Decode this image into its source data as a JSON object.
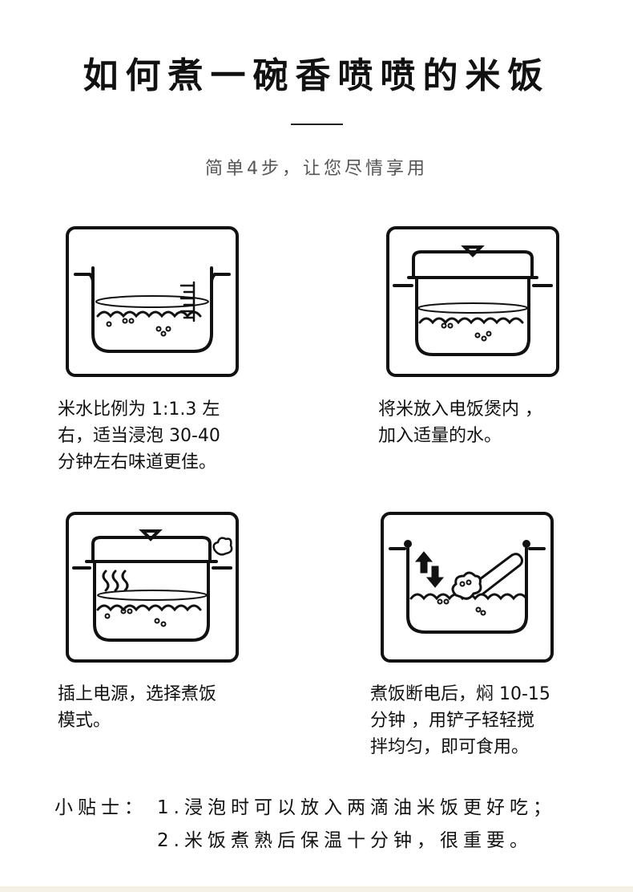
{
  "title": "如何煮一碗香喷喷的米饭",
  "subtitle": "简单4步，让您尽情享用",
  "steps": [
    {
      "icon": "pot-water-measure-icon",
      "text": "米水比例为 1:1.3 左\n右，适当浸泡 30-40\n分钟左右味道更佳。"
    },
    {
      "icon": "covered-pot-icon",
      "text": "将米放入电饭煲内 ，\n加入适量的水。"
    },
    {
      "icon": "cooking-pot-steam-icon",
      "text": "插上电源，选择煮饭\n模式。"
    },
    {
      "icon": "stir-rice-spatula-icon",
      "text": "煮饭断电后，焖 10-15\n分钟 ，用铲子轻轻搅\n拌均匀，即可食用。"
    }
  ],
  "tips": {
    "label": "小贴士：",
    "items": [
      "1.浸泡时可以放入两滴油米饭更好吃；",
      "2.米饭煮熟后保温十分钟，很重要。"
    ]
  }
}
